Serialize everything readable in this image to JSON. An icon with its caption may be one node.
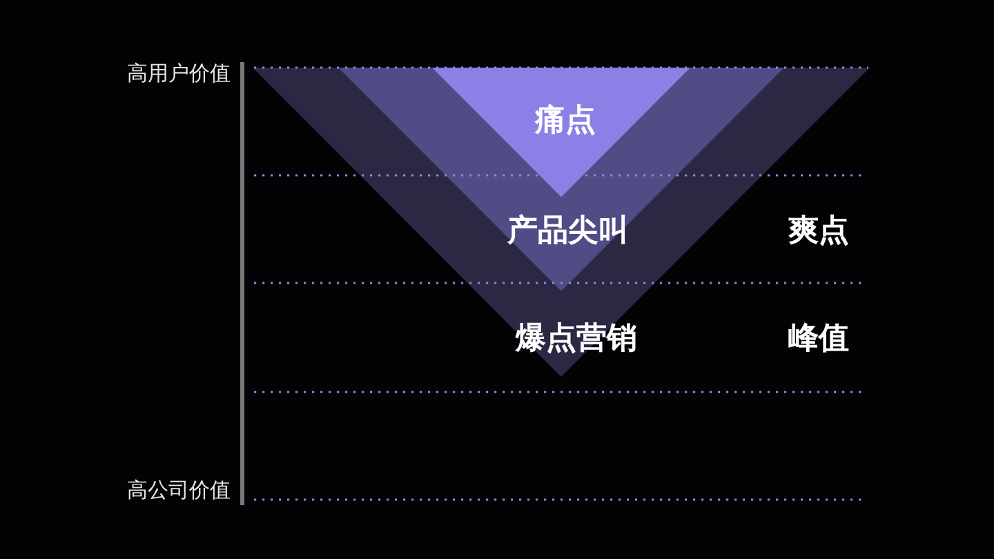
{
  "diagram": {
    "nodes": [
      {
        "text": [
          "爆点营销"
        ]
      },
      {
        "text": [
          "产品尖叫"
        ],
        "in": 0
      },
      {
        "text": [
          "痛点"
        ],
        "in": 1
      }
    ],
    "labels": [
      "高用户价值",
      "爽点",
      "峰值",
      "高公司价值"
    ]
  }
}
